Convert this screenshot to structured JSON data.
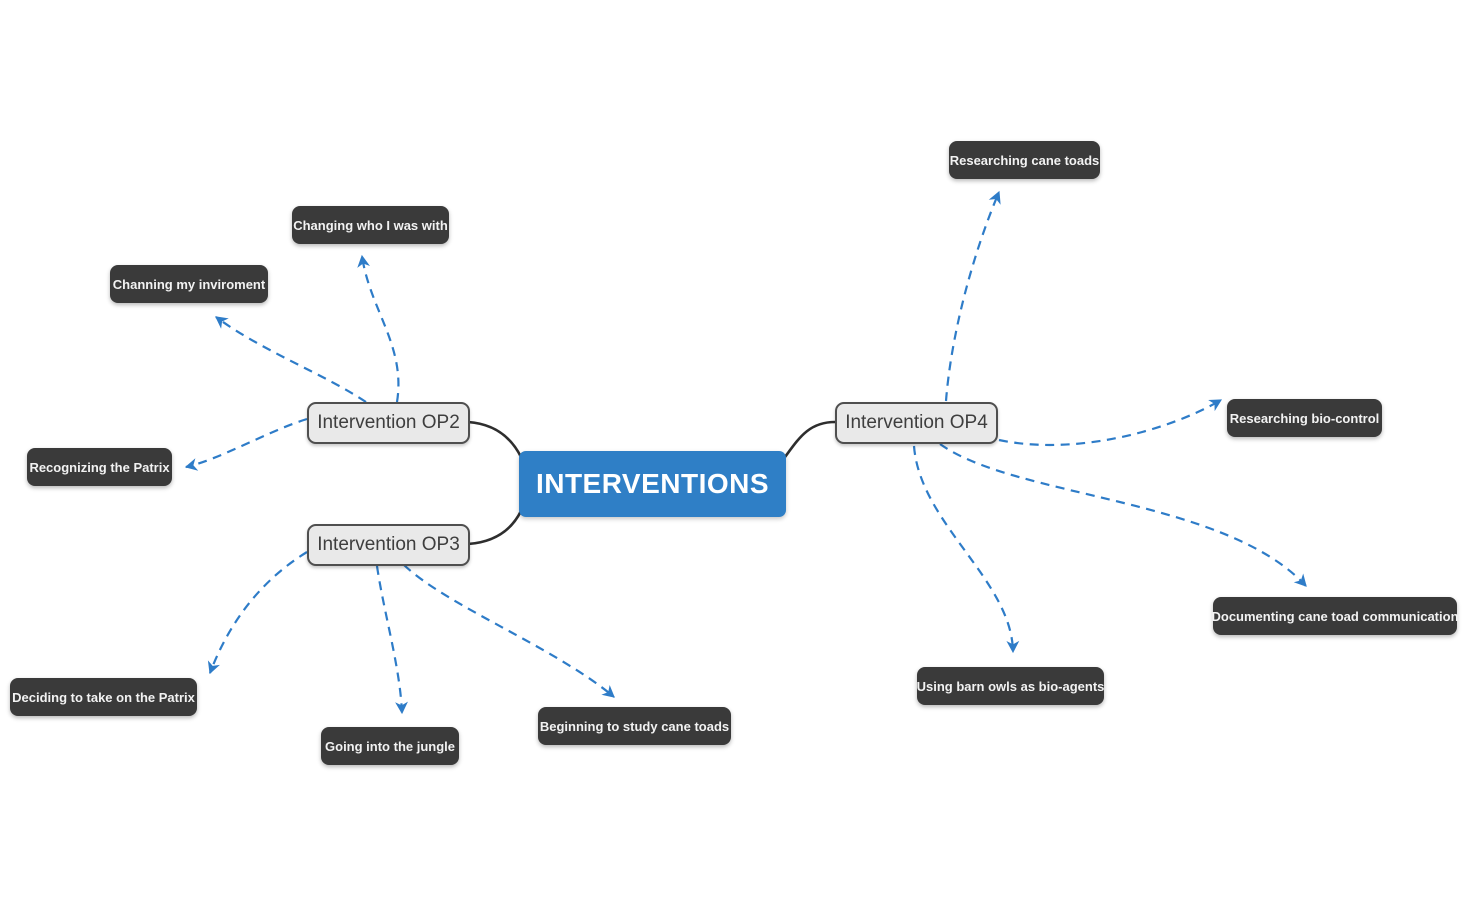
{
  "colors": {
    "root_fill": "#2f7fc6",
    "root_text": "#ffffff",
    "branch_fill": "#e9e9e9",
    "branch_border": "#4f4f4f",
    "branch_text": "#3e3e3e",
    "leaf_fill": "#3a3a3a",
    "leaf_text": "#f2f2f2",
    "edge_solid": "#2e2e2e",
    "edge_dashed": "#2e7cc8",
    "canvas_background": "#ffffff"
  },
  "mindmap": {
    "root": {
      "label": "INTERVENTIONS"
    },
    "branches": [
      {
        "label": "Intervention OP2"
      },
      {
        "label": "Intervention OP3"
      },
      {
        "label": "Intervention OP4"
      }
    ],
    "leaves": [
      {
        "label": "Changing who I was with",
        "parent": "Intervention OP2"
      },
      {
        "label": "Channing my inviroment",
        "parent": "Intervention OP2"
      },
      {
        "label": "Recognizing the Patrix",
        "parent": "Intervention OP2"
      },
      {
        "label": "Deciding to take on the Patrix",
        "parent": "Intervention OP3"
      },
      {
        "label": "Going into the jungle",
        "parent": "Intervention OP3"
      },
      {
        "label": "Beginning to study cane toads",
        "parent": "Intervention OP3"
      },
      {
        "label": "Researching cane toads",
        "parent": "Intervention OP4"
      },
      {
        "label": "Researching bio-control",
        "parent": "Intervention OP4"
      },
      {
        "label": "Documenting cane toad communication",
        "parent": "Intervention OP4"
      },
      {
        "label": "Using barn owls as bio-agents",
        "parent": "Intervention OP4"
      }
    ],
    "edges": [
      {
        "from": "INTERVENTIONS",
        "to": "Intervention OP2",
        "style": "solid-curve"
      },
      {
        "from": "INTERVENTIONS",
        "to": "Intervention OP3",
        "style": "solid-curve"
      },
      {
        "from": "INTERVENTIONS",
        "to": "Intervention OP4",
        "style": "solid-curve"
      },
      {
        "from": "Intervention OP2",
        "to": "Changing who I was with",
        "style": "dashed-arrow"
      },
      {
        "from": "Intervention OP2",
        "to": "Channing my inviroment",
        "style": "dashed-arrow"
      },
      {
        "from": "Intervention OP2",
        "to": "Recognizing the Patrix",
        "style": "dashed-arrow"
      },
      {
        "from": "Intervention OP3",
        "to": "Deciding to take on the Patrix",
        "style": "dashed-arrow"
      },
      {
        "from": "Intervention OP3",
        "to": "Going into the jungle",
        "style": "dashed-arrow"
      },
      {
        "from": "Intervention OP3",
        "to": "Beginning to study cane toads",
        "style": "dashed-arrow"
      },
      {
        "from": "Intervention OP4",
        "to": "Researching cane toads",
        "style": "dashed-arrow"
      },
      {
        "from": "Intervention OP4",
        "to": "Researching bio-control",
        "style": "dashed-arrow"
      },
      {
        "from": "Intervention OP4",
        "to": "Documenting cane toad communication",
        "style": "dashed-arrow"
      },
      {
        "from": "Intervention OP4",
        "to": "Using barn owls as bio-agents",
        "style": "dashed-arrow"
      }
    ]
  }
}
